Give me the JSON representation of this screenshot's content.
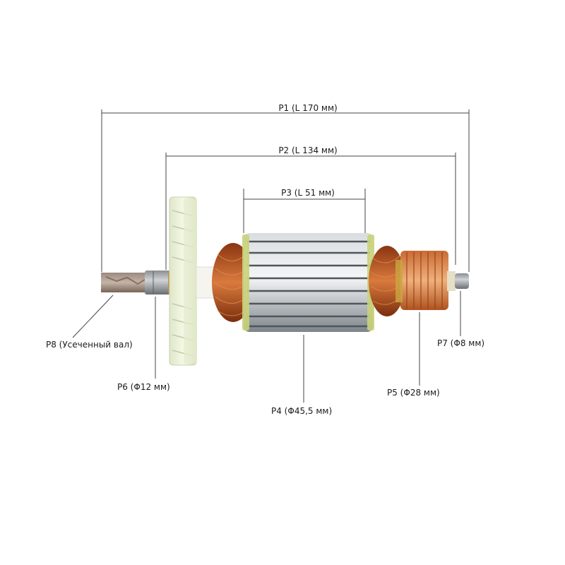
{
  "dimensions": {
    "p1": "P1 (L 170 мм)",
    "p2": "P2 (L 134 мм)",
    "p3": "P3 (L 51 мм)"
  },
  "callouts": {
    "p4": "P4 (Φ45,5 мм)",
    "p5": "P5 (Φ28 мм)",
    "p6": "P6 (Φ12 мм)",
    "p7": "P7 (Φ8 мм)",
    "p8": "P8 (Усеченный вал)"
  },
  "colors": {
    "copper": "#b5541c",
    "steel": "#9aa2a8",
    "fan": "#eef3dc",
    "lines": "#444444"
  }
}
